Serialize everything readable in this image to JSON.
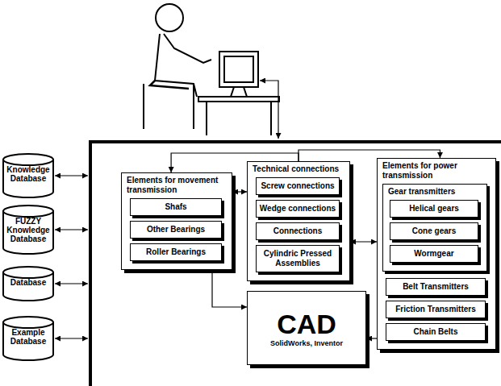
{
  "diagram": {
    "nodes": [
      {
        "text": [
          "Knowledge Database"
        ]
      },
      {
        "text": [
          "FUZZY Knowledge Database"
        ]
      },
      {
        "text": [
          "Database"
        ]
      },
      {
        "text": [
          "Example Database"
        ]
      },
      {
        "text": [
          "Elements for movement transmission"
        ]
      },
      {
        "text": [
          "Shafs"
        ],
        "in": 4
      },
      {
        "text": [
          "Other Bearings"
        ],
        "in": 4
      },
      {
        "text": [
          "Roller Bearings"
        ],
        "in": 4
      },
      {
        "text": [
          "Technical connections"
        ]
      },
      {
        "text": [
          "Screw connections"
        ],
        "in": 8
      },
      {
        "text": [
          "Wedge connections"
        ],
        "in": 8
      },
      {
        "text": [
          "Connections"
        ],
        "in": 8
      },
      {
        "text": [
          "Cylindric Pressed Assemblies"
        ],
        "in": 8
      },
      {
        "text": [
          "Elements for power transmission"
        ]
      },
      {
        "text": [
          "Gear transmitters"
        ],
        "in": 13
      },
      {
        "text": [
          "Helical gears"
        ],
        "in": 14
      },
      {
        "text": [
          "Cone gears"
        ],
        "in": 14
      },
      {
        "text": [
          "Wormgear"
        ],
        "in": 14
      },
      {
        "text": [
          "Belt Transmitters"
        ],
        "in": 13
      },
      {
        "text": [
          "Friction Transmitters"
        ],
        "in": 13
      },
      {
        "text": [
          "Chain Belts"
        ],
        "in": 13
      },
      {
        "text": [
          "CAD",
          "SolidWorks, Inventor"
        ]
      }
    ],
    "edges": [
      {
        "from": 8,
        "to": 4,
        "arrow": "to"
      },
      {
        "from": 8,
        "to": 13,
        "arrow": "to"
      },
      {
        "from": 4,
        "to": 8,
        "arrow": "both"
      },
      {
        "from": 8,
        "to": 13,
        "arrow": "both"
      },
      {
        "from": 4,
        "to": 21,
        "arrow": "to"
      },
      {
        "from": 13,
        "to": 21,
        "arrow": "to"
      }
    ]
  }
}
